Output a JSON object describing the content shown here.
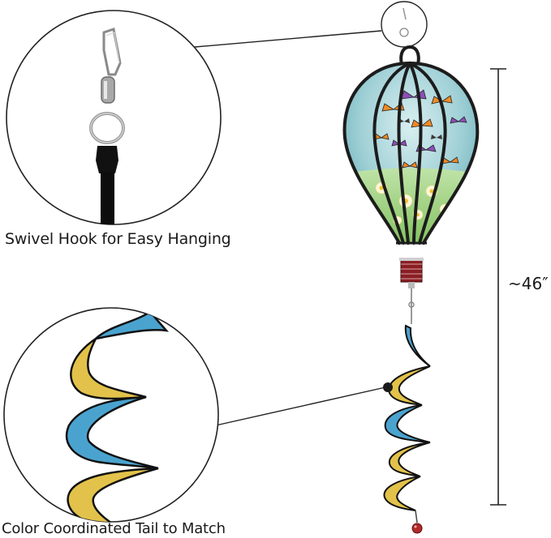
{
  "captions": {
    "hook": "Swivel Hook for Easy Hanging",
    "tail": "Color Coordinated Tail to Match"
  },
  "dimension": {
    "label": "~46″"
  },
  "colors": {
    "balloon_sky": "#8fc9cf",
    "balloon_frame": "#1c1c1c",
    "tail_yellow": "#e2c24a",
    "tail_blue": "#4aa3cf",
    "butterfly_purple": "#8b4fb8",
    "butterfly_orange": "#f08a24",
    "basket_red": "#8a1e24"
  }
}
